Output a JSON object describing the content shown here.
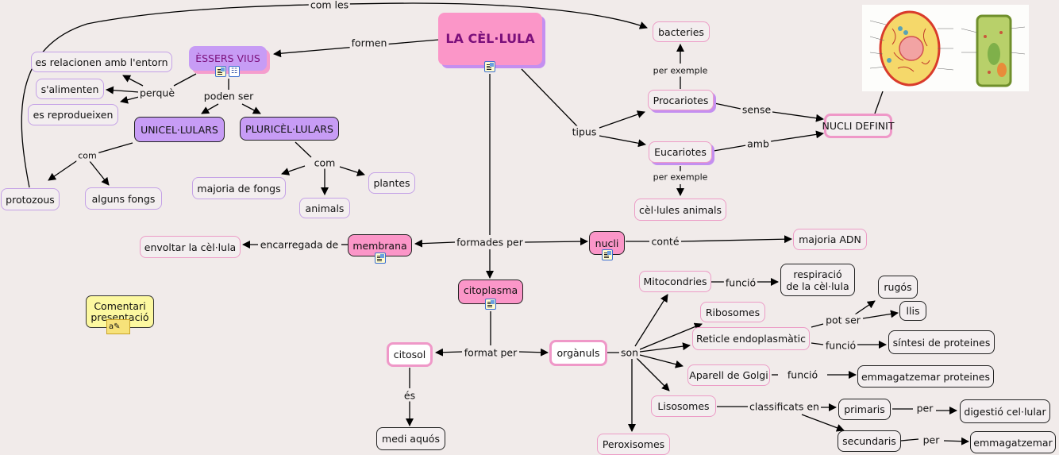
{
  "map": {
    "title": "LA CÈL·LULA",
    "nodes": {
      "celula": "LA CÈL·LULA",
      "essers_vius": "ÈSSERS VIUS",
      "relacionen": "es relacionen amb l'entorn",
      "alimenten": "s'alimenten",
      "reprodueixen": "es reprodueixen",
      "unicel": "UNICEL·LULARS",
      "pluricel": "PLURICÈL·LULARS",
      "protozous": "protozous",
      "alguns_fongs": "alguns fongs",
      "majoria_fongs": "majoria de fongs",
      "animals": "animals",
      "plantes": "plantes",
      "bacteries": "bacteries",
      "procariotes": "Procariotes",
      "eucariotes": "Eucariotes",
      "nucli_definit": "NUCLI DEFINIT",
      "cel_animals": "cèl·lules animals",
      "membrana": "membrana",
      "envoltar": "envoltar la cèl·lula",
      "nucli": "nucli",
      "majoria_adn": "majoria ADN",
      "citoplasma": "citoplasma",
      "citosol": "citosol",
      "organuls": "orgànuls",
      "medi_aquos": "medi aquós",
      "mitocondries": "Mitocondries",
      "respiracio": "respiració de la cèl·lula",
      "ribosomes": "Ribosomes",
      "reticle": "Reticle endoplasmàtic",
      "rugos": "rugós",
      "llis": "llis",
      "sintesi": "síntesi de proteines",
      "golgi": "Aparell de Golgi",
      "emmag_prot": "emmagatzemar proteines",
      "lisosomes": "Lisosomes",
      "primaris": "primaris",
      "digestio": "digestió cel·lular",
      "secundaris": "secundaris",
      "emmagatzemar": "emmagatzemar",
      "peroxisomes": "Peroxisomes",
      "comentari": "Comentari presentació"
    },
    "links": {
      "com_les": "com les",
      "formen": "formen",
      "perque": "perquè",
      "poden_ser": "poden ser",
      "com1": "com",
      "com2": "com",
      "per_exemple1": "per exemple",
      "per_exemple2": "per exemple",
      "tipus": "tipus",
      "sense": "sense",
      "amb": "amb",
      "encarregada_de": "encarregada de",
      "formades_per": "formades per",
      "conte": "conté",
      "format_per": "format per",
      "es": "és",
      "son": "son",
      "funcio1": "funció",
      "pot_ser": "pot ser",
      "funcio2": "funció",
      "funcio3": "funció",
      "classificats_en": "classificats en",
      "per1": "per",
      "per2": "per"
    },
    "icons": {
      "resource": "document-image-icon",
      "submap": "concept-map-icon",
      "note": "annotation-note-icon"
    },
    "image": {
      "description": "animal and plant cell diagrams"
    },
    "colors": {
      "background": "#f1ebea",
      "root_fill": "#fb96c8",
      "root_text": "#7b0f7b",
      "violet_fill": "#c79cf5",
      "pink_border": "#ec9cc6",
      "purple_border": "#c4a1e6",
      "comment_fill": "#fcf8a0"
    }
  }
}
